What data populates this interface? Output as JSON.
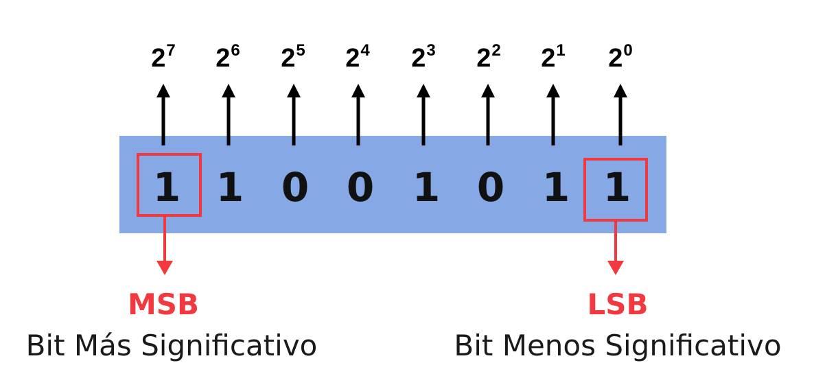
{
  "powers": [
    {
      "base": "2",
      "exp": "7"
    },
    {
      "base": "2",
      "exp": "6"
    },
    {
      "base": "2",
      "exp": "5"
    },
    {
      "base": "2",
      "exp": "4"
    },
    {
      "base": "2",
      "exp": "3"
    },
    {
      "base": "2",
      "exp": "2"
    },
    {
      "base": "2",
      "exp": "1"
    },
    {
      "base": "2",
      "exp": "0"
    }
  ],
  "bits": [
    "1",
    "1",
    "0",
    "0",
    "1",
    "0",
    "1",
    "1"
  ],
  "msb": {
    "abbr": "MSB",
    "description": "Bit Más Significativo"
  },
  "lsb": {
    "abbr": "LSB",
    "description": "Bit Menos Significativo"
  },
  "colors": {
    "band": "#86a8e4",
    "highlight": "#f2393f",
    "arrow": "#000000",
    "text": "#111111"
  }
}
